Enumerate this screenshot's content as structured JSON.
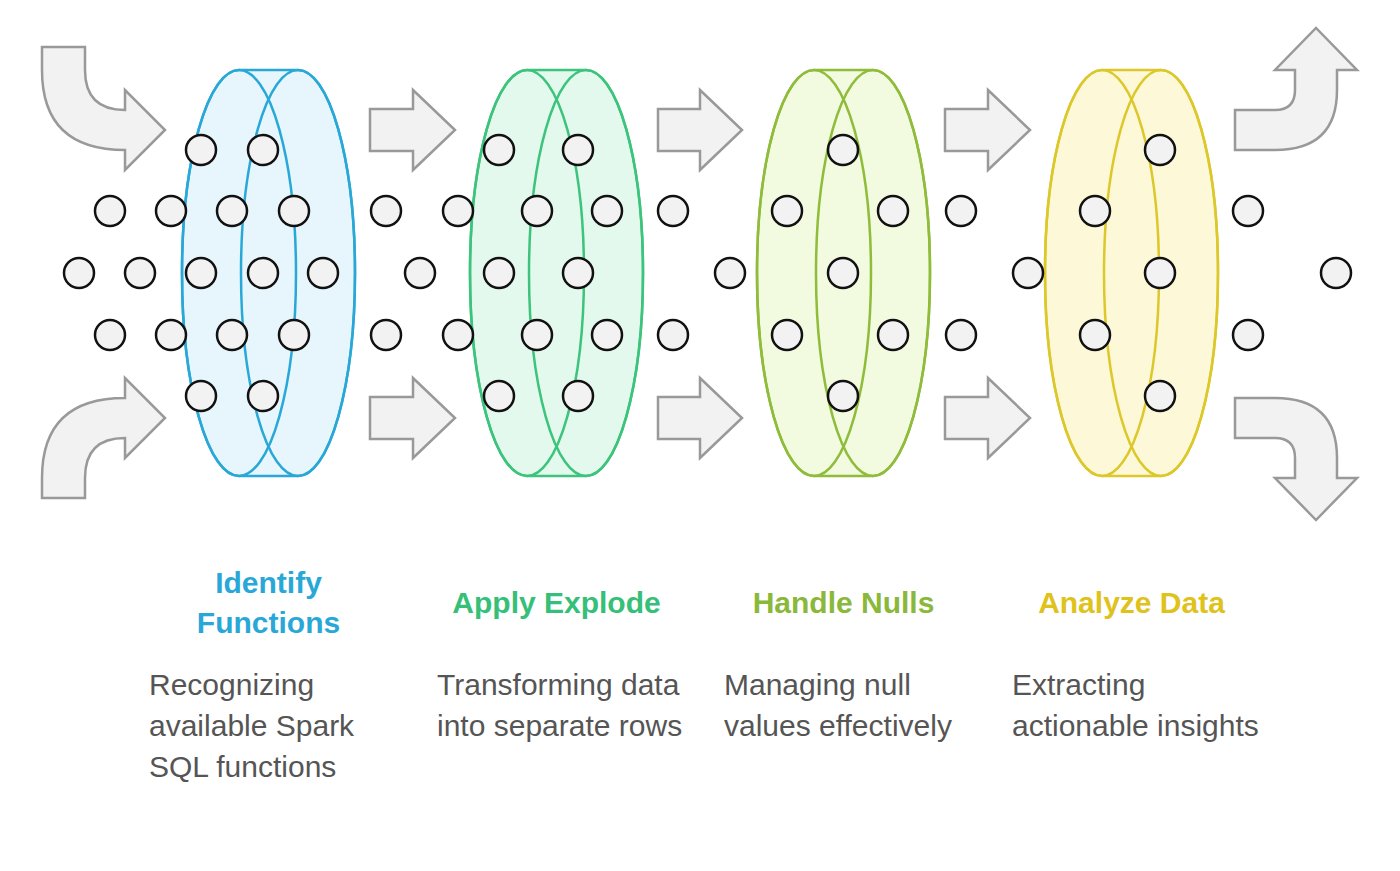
{
  "diagram": {
    "nodes": [
      {
        "text": [
          "Identify Functions",
          "Recognizing available Spark SQL functions"
        ]
      },
      {
        "text": [
          "Apply Explode",
          "Transforming data into separate rows"
        ]
      },
      {
        "text": [
          "Handle Nulls",
          "Managing null values effectively"
        ]
      },
      {
        "text": [
          "Analyze Data",
          "Extracting actionable insights"
        ]
      }
    ],
    "edges": [
      {
        "from": 0,
        "to": 1,
        "arrow": "to"
      },
      {
        "from": 1,
        "to": 2,
        "arrow": "to"
      },
      {
        "from": 2,
        "to": 3,
        "arrow": "to"
      }
    ]
  }
}
